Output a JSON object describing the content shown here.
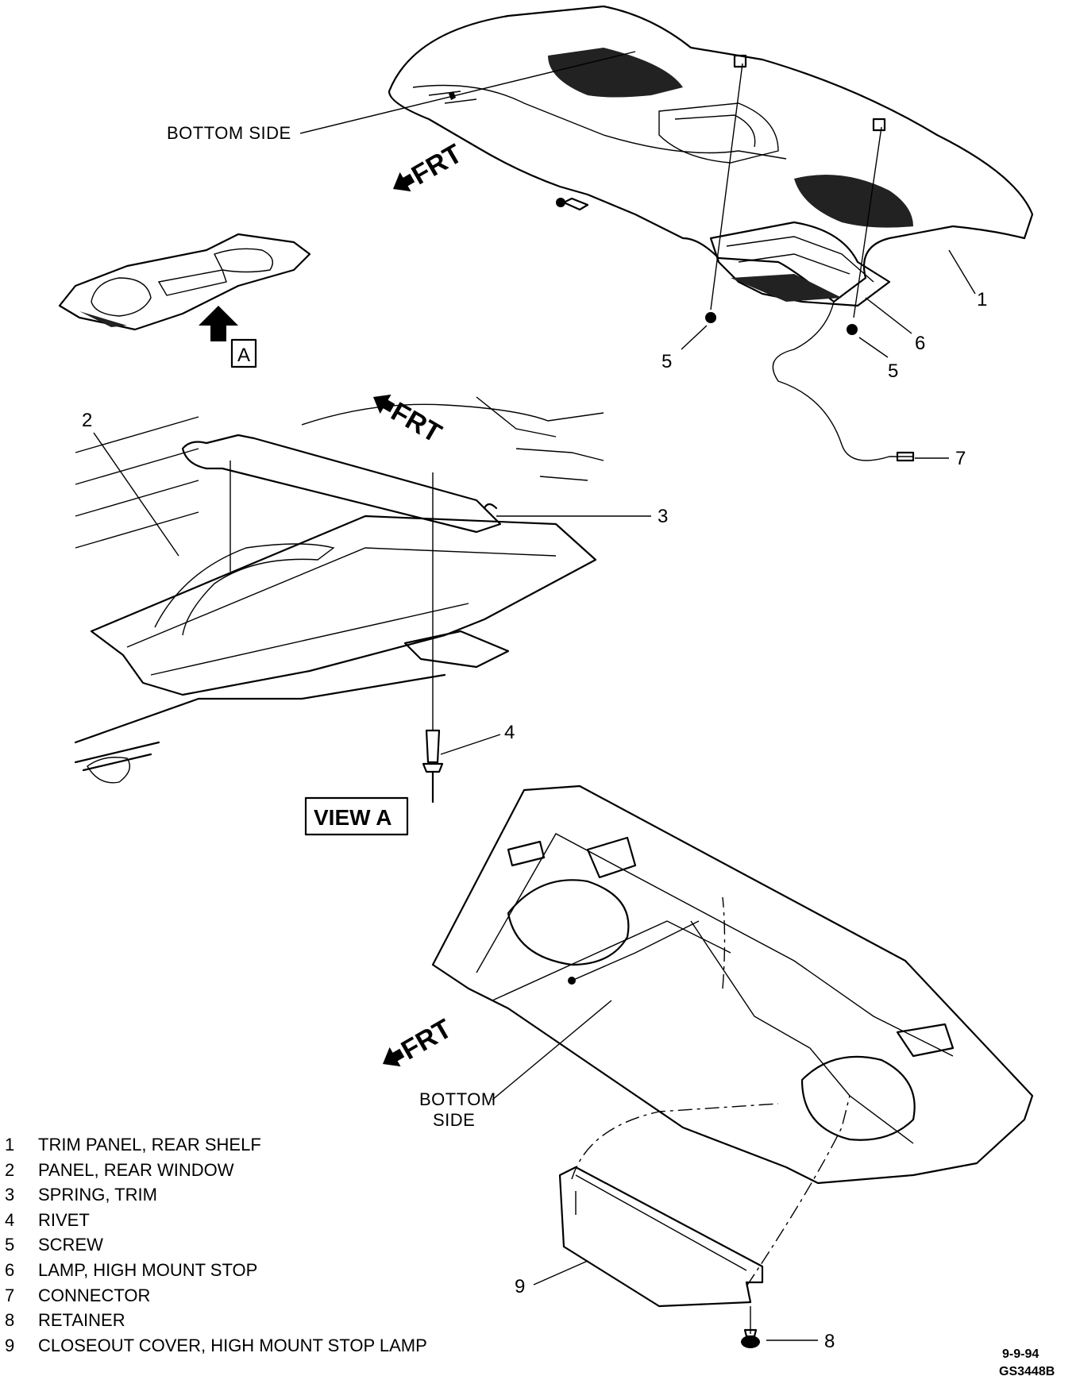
{
  "diagram": {
    "callouts": {
      "bottom_side_top": "BOTTOM SIDE",
      "bottom_side_bottom_1": "BOTTOM",
      "bottom_side_bottom_2": "SIDE",
      "frt": "FRT",
      "view_a_marker": "A",
      "view_a_label": "VIEW A",
      "n1": "1",
      "n2": "2",
      "n3": "3",
      "n4": "4",
      "n5a": "5",
      "n5b": "5",
      "n6": "6",
      "n7": "7",
      "n8": "8",
      "n9": "9"
    },
    "date_code": "9-9-94",
    "drawing_code": "GS3448B"
  },
  "legend": [
    {
      "num": "1",
      "text": "TRIM PANEL, REAR SHELF"
    },
    {
      "num": "2",
      "text": "PANEL, REAR WINDOW"
    },
    {
      "num": "3",
      "text": "SPRING, TRIM"
    },
    {
      "num": "4",
      "text": "RIVET"
    },
    {
      "num": "5",
      "text": "SCREW"
    },
    {
      "num": "6",
      "text": "LAMP, HIGH MOUNT STOP"
    },
    {
      "num": "7",
      "text": "CONNECTOR"
    },
    {
      "num": "8",
      "text": "RETAINER"
    },
    {
      "num": "9",
      "text": "CLOSEOUT COVER, HIGH MOUNT STOP LAMP"
    }
  ]
}
